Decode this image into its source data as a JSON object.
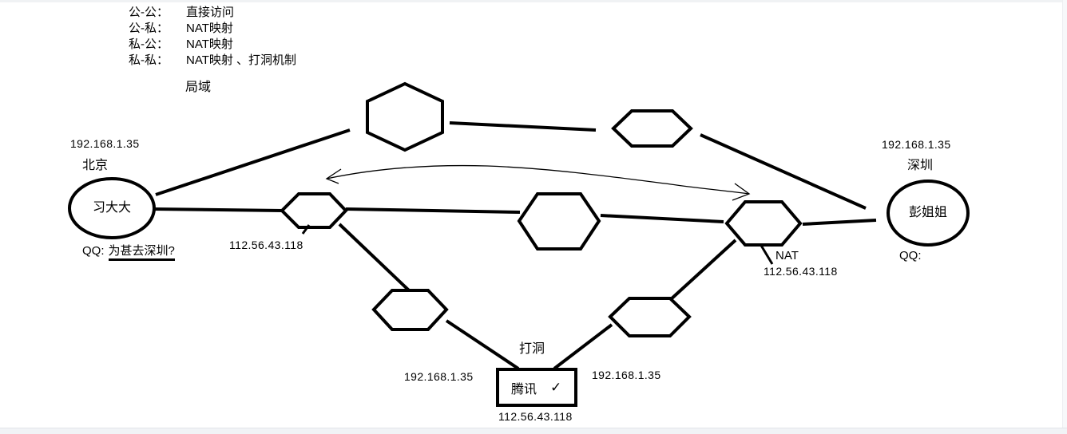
{
  "legend": {
    "rows": [
      {
        "term": "公-公：",
        "definition": "直接访问"
      },
      {
        "term": "公-私：",
        "definition": "NAT映射"
      },
      {
        "term": "私-公：",
        "definition": "NAT映射"
      },
      {
        "term": "私-私：",
        "definition": "NAT映射 、打洞机制"
      }
    ],
    "note": "局域"
  },
  "beijing": {
    "private_ip": "192.168.1.35",
    "city": "北京",
    "name": "习大大",
    "qq_prefix": "QQ:",
    "qq_message": "为甚去深圳?"
  },
  "shenzhen": {
    "private_ip": "192.168.1.35",
    "city": "深圳",
    "name": "彭姐姐",
    "qq_prefix": "QQ:"
  },
  "nat_left": {
    "public_ip": "112.56.43.118"
  },
  "nat_right": {
    "label": "NAT",
    "public_ip": "112.56.43.118"
  },
  "server": {
    "name": "腾讯",
    "checkmark": "✓",
    "technique": "打洞",
    "beijing_ip": "192.168.1.35",
    "shenzhen_ip": "192.168.1.35",
    "public_ip": "112.56.43.118"
  },
  "colors": {
    "ink": "#000000",
    "canvas": "#ffffff",
    "gutter": "#f1f3f6",
    "gutter_border": "#e2e5e9"
  }
}
